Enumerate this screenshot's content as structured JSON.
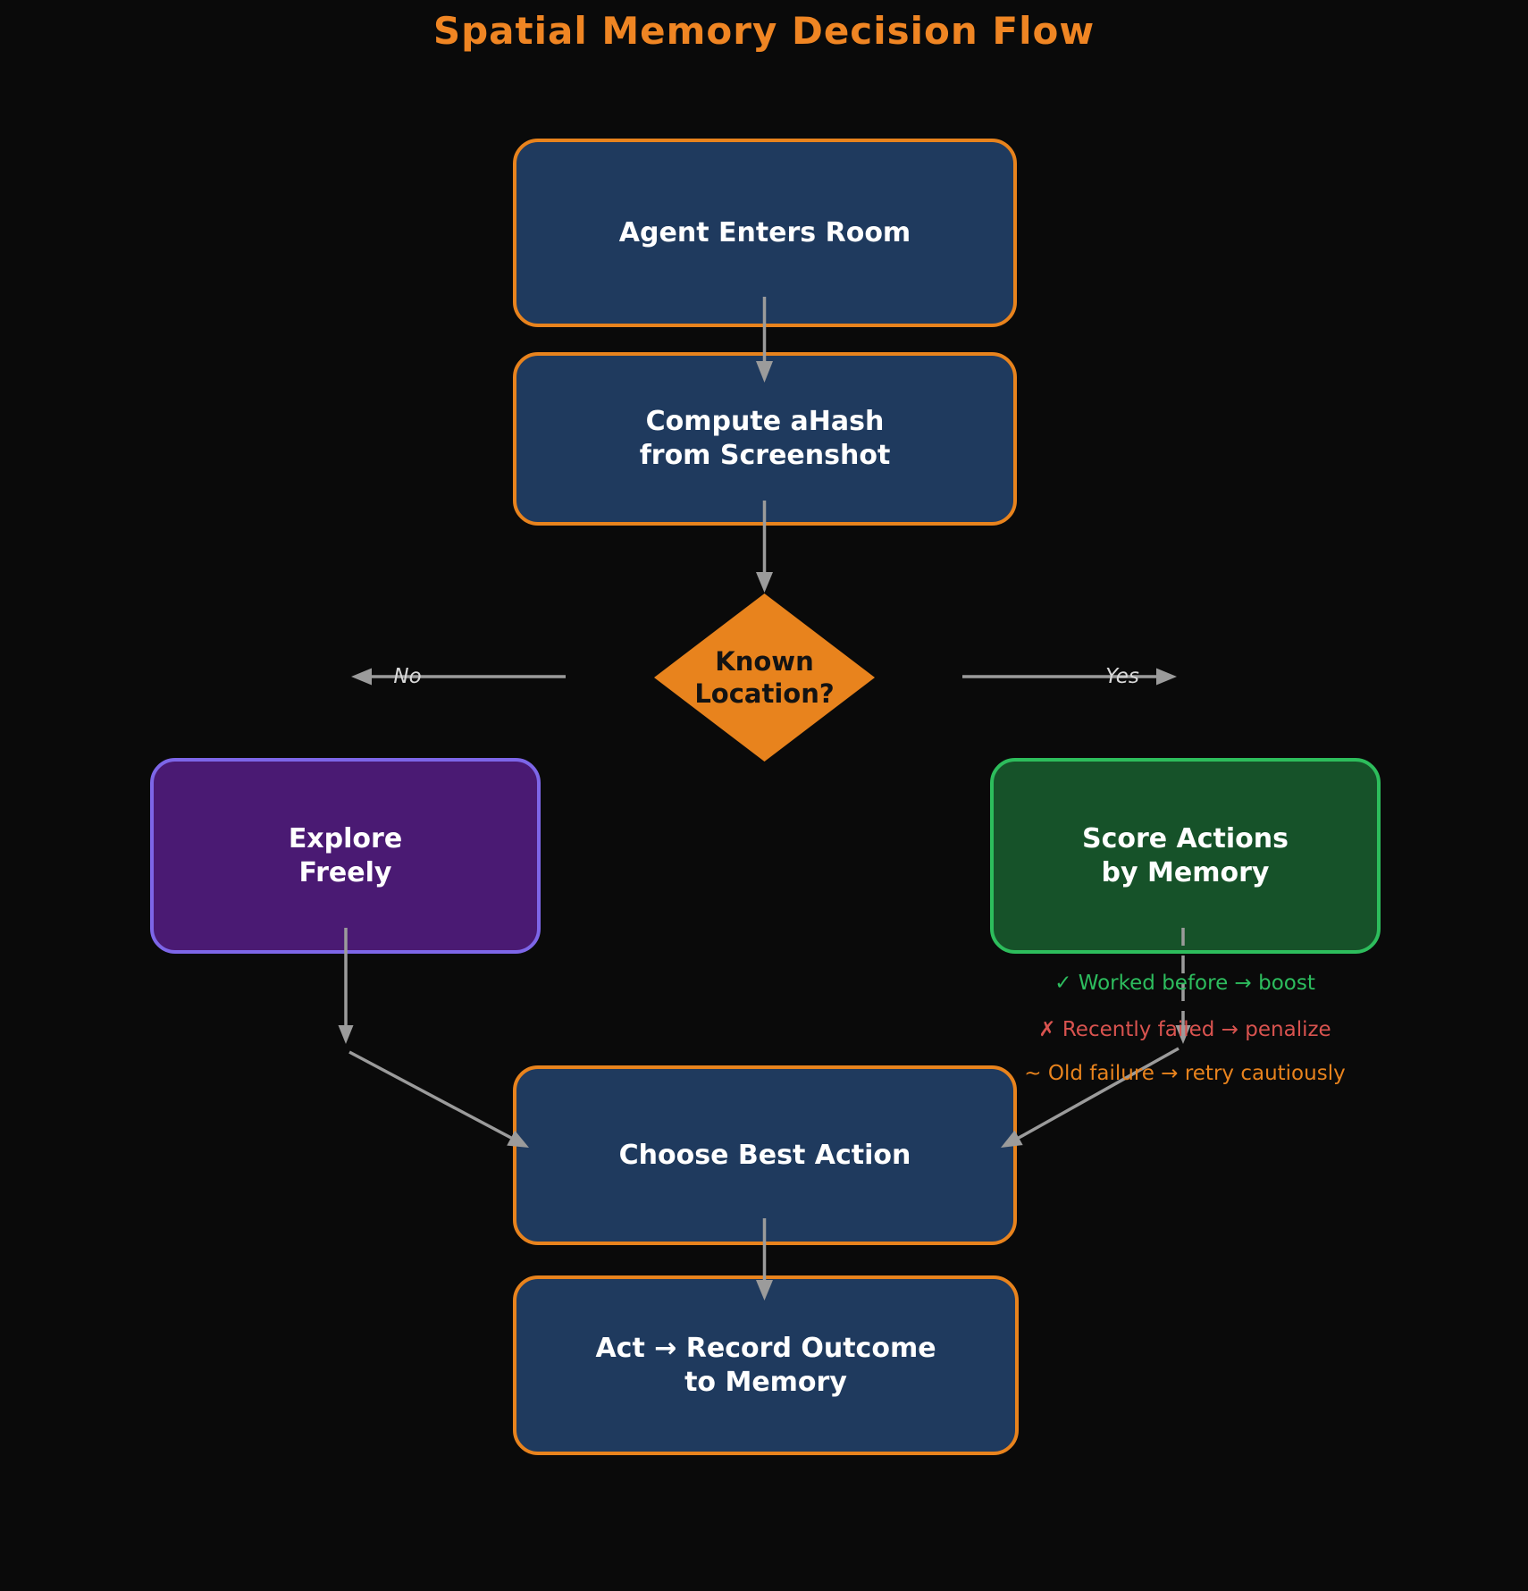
{
  "title": "Spatial Memory Decision Flow",
  "nodes": {
    "agent": {
      "label": "Agent Enters Room"
    },
    "compute": {
      "line1": "Compute aHash",
      "line2": "from Screenshot"
    },
    "decision": {
      "line1": "Known",
      "line2": "Location?"
    },
    "explore": {
      "line1": "Explore",
      "line2": "Freely"
    },
    "score": {
      "line1": "Score Actions",
      "line2": "by Memory"
    },
    "choose": {
      "label": "Choose Best Action"
    },
    "act": {
      "line1": "Act → Record Outcome",
      "line2": "to Memory"
    }
  },
  "edge_labels": {
    "no": "No",
    "yes": "Yes"
  },
  "annotations": [
    {
      "text": "✓ Worked before → boost",
      "color": "#2dbd5e"
    },
    {
      "text": "✗ Recently failed → penalize",
      "color": "#d9534f"
    },
    {
      "text": "~ Old failure → retry cautiously",
      "color": "#e8831d"
    }
  ],
  "colors": {
    "background": "#0a0a0a",
    "title": "#ef8523",
    "process_fill": "#1f3a5e",
    "process_border": "#e8831d",
    "decision_fill": "#e8831d",
    "decision_text": "#131313",
    "explore_fill": "#4a1a73",
    "explore_border": "#7d66e8",
    "score_fill": "#165229",
    "score_border": "#2dbd5c",
    "annotation_boost": "#2dbd5e",
    "annotation_penalize": "#d9534f",
    "annotation_retry": "#e8831d",
    "arrow": "#9b9b9b",
    "node_text": "#ffffff",
    "edge_label_text": "#d8d8d8"
  }
}
